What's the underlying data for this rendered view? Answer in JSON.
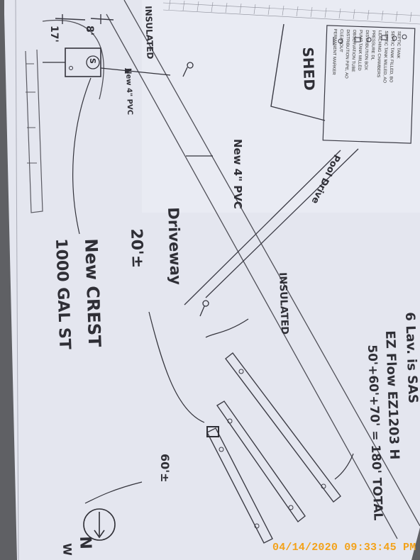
{
  "timestamp": "04/14/2020 09:33:45 PM",
  "legend": {
    "items": [
      "SEPTIC TANK",
      "SEPTIC TANK FILLED, BO",
      "SEPTIC TANK MILLED, AO",
      "LEACHING CHAMBERS",
      "PRESSURE DL",
      "DISTRIBUTION BOX",
      "PUMP TANK MILLED",
      "OBSERVATION TUBE",
      "DISTRIBUTION PIPE, AO",
      "CLEANOUT",
      "PERMANENT MARKER"
    ]
  },
  "labels": {
    "insulated_top": "INSULATED",
    "insulated_mid": "INSULATED",
    "shed": "SHED",
    "pool_drive": "Pool Drive",
    "new_pvc_pipe": "New 4\" PVC",
    "new_pvc_drive": "New 4\" PVC",
    "driveway": "Driveway",
    "distance_ft": "20'±",
    "tank_note_1": "New CREST",
    "tank_note_2": "1000 GAL ST",
    "spec_1": "6 Lav. is SAS",
    "spec_2": "EZ Flow EZ1203 H",
    "spec_3": "50'+60'+70' = 180' TOTAL",
    "laterals_len": "60'±",
    "depth_1": "8'",
    "depth_2": "17'",
    "tank_symbol": "S",
    "north_letter": "N",
    "west_letter": "W"
  }
}
